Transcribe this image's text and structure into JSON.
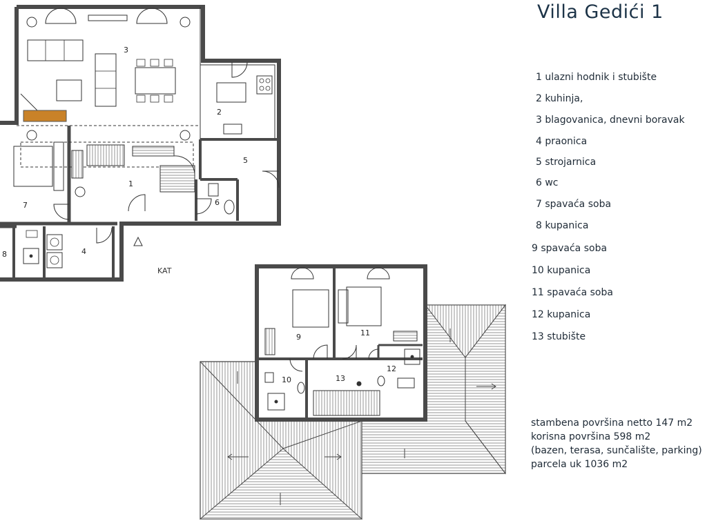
{
  "title": "Villa Gedići 1",
  "floor_label": "KAT",
  "rooms": [
    {
      "num": "1",
      "label": "1  ulazni hodnik i stubište"
    },
    {
      "num": "2",
      "label": "2  kuhinja,"
    },
    {
      "num": "3",
      "label": "3  blagovanica, dnevni boravak"
    },
    {
      "num": "4",
      "label": "4  praonica"
    },
    {
      "num": "5",
      "label": "5 strojarnica"
    },
    {
      "num": "6",
      "label": "6  wc"
    },
    {
      "num": "7",
      "label": "7  spavaća soba"
    },
    {
      "num": "8",
      "label": "8  kupanica"
    },
    {
      "num": "9",
      "label": "9  spavaća soba"
    },
    {
      "num": "10",
      "label": "10  kupanica"
    },
    {
      "num": "11",
      "label": "11 spavaća soba"
    },
    {
      "num": "12",
      "label": "12 kupanica"
    },
    {
      "num": "13",
      "label": "13 stubište"
    }
  ],
  "stats": {
    "line1": "stambena površina netto 147 m2",
    "line2": "korisna površina 598 m2",
    "line3": "(bazen, terasa, sunčalište, parking)",
    "line4": "parcela uk 1036 m2"
  }
}
